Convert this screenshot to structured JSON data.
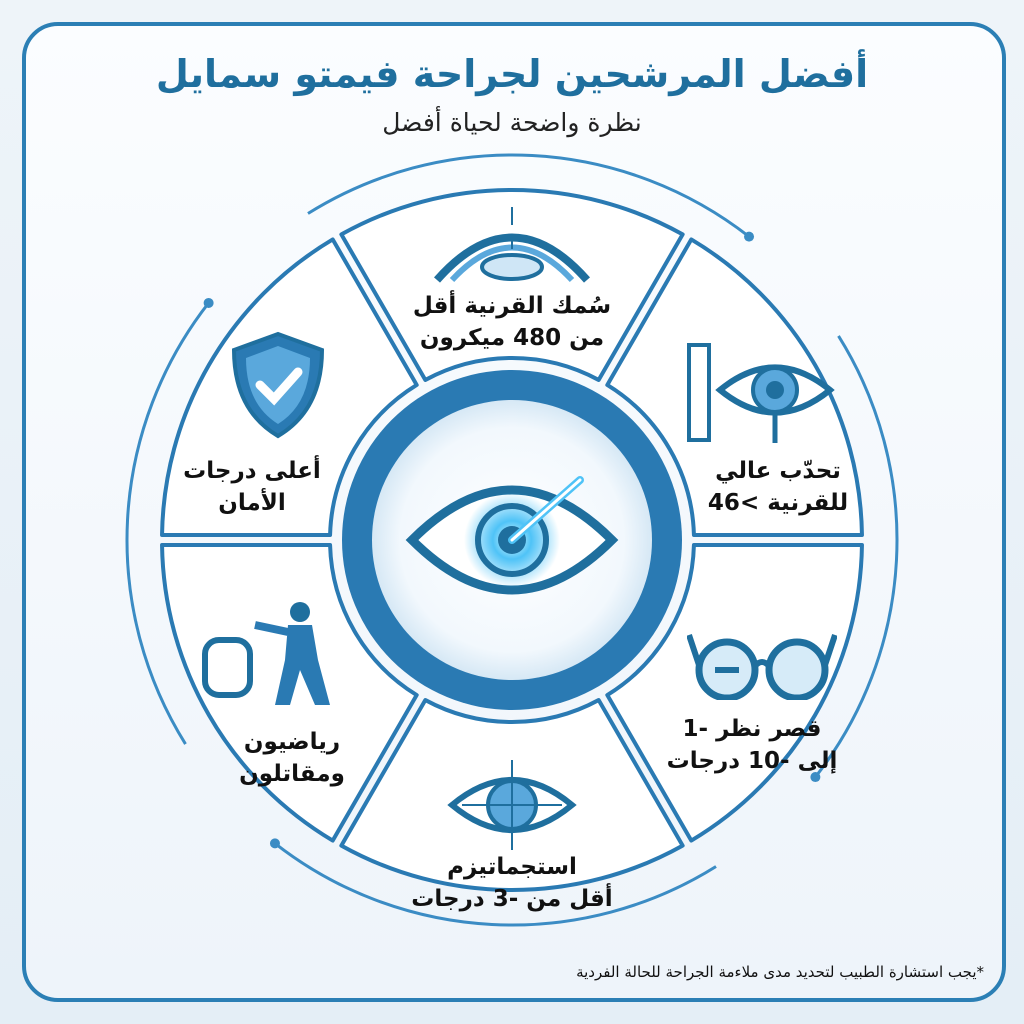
{
  "header": {
    "title": "أفضل المرشحين لجراحة فيمتو سمايل",
    "subtitle": "نظرة واضحة لحياة أفضل"
  },
  "segments": [
    {
      "icon": "cornea-thickness-icon",
      "line1": "سُمك القرنية أقل",
      "line2": "من 480 ميكرون"
    },
    {
      "icon": "eye-measurement-icon",
      "line1": "تحدّب عالي",
      "line2": "للقرنية >46"
    },
    {
      "icon": "glasses-icon",
      "line1": "قصر نظر -1",
      "line2": "إلى -10 درجات"
    },
    {
      "icon": "astigmatism-eye-icon",
      "line1": "استجماتيزم",
      "line2": "أقل من -3 درجات"
    },
    {
      "icon": "boxer-icon",
      "line1": "رياضيون",
      "line2": "ومقاتلون"
    },
    {
      "icon": "shield-check-icon",
      "line1": "أعلى درجات",
      "line2": "الأمان"
    }
  ],
  "center": {
    "icon": "laser-eye-icon"
  },
  "footer": {
    "note": "*يجب استشارة الطبيب لتحديد مدى ملاءمة الجراحة للحالة الفردية"
  },
  "colors": {
    "primary": "#1f6f9e",
    "accent": "#2b8fd0",
    "glow": "#4fc3f7"
  }
}
